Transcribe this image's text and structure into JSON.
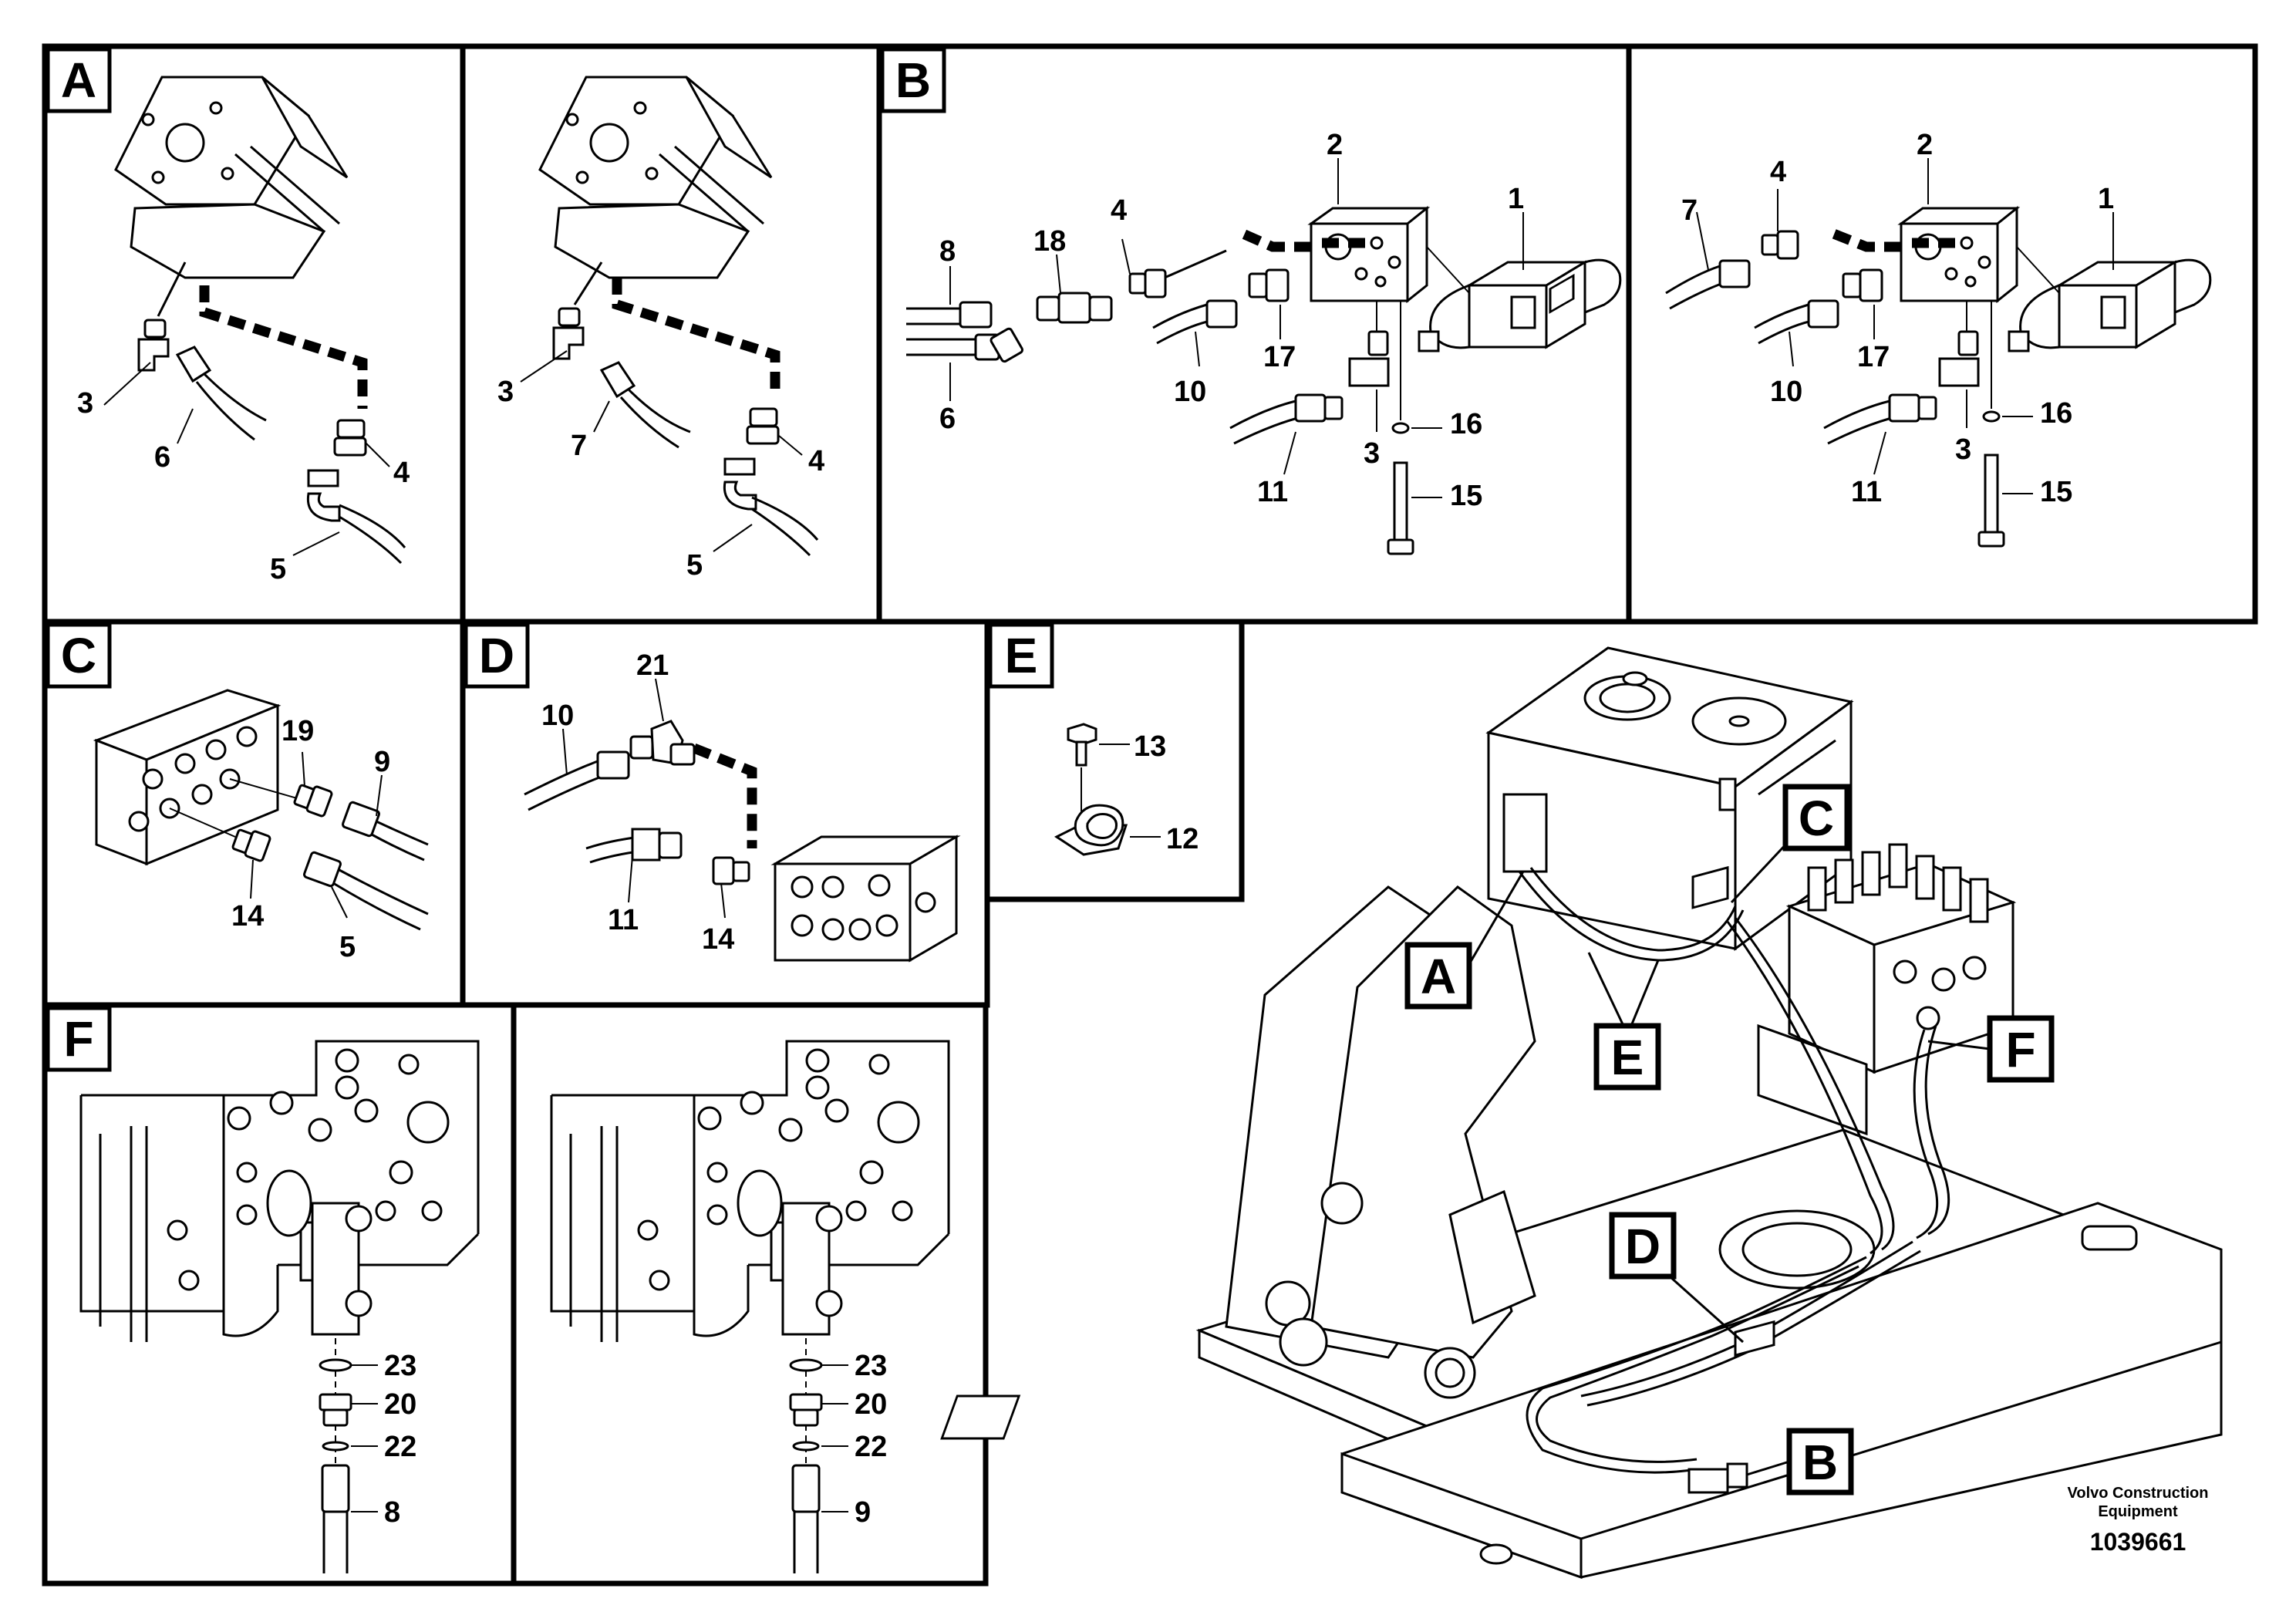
{
  "panels": {
    "A": "A",
    "B": "B",
    "C": "C",
    "D": "D",
    "E": "E",
    "F": "F"
  },
  "callouts": {
    "a1": [
      "3",
      "6",
      "4",
      "5"
    ],
    "a2": [
      "3",
      "7",
      "4",
      "5"
    ],
    "b1": [
      "2",
      "1",
      "4",
      "18",
      "8",
      "6",
      "17",
      "10",
      "3",
      "16",
      "11",
      "15"
    ],
    "b2": [
      "2",
      "1",
      "4",
      "7",
      "17",
      "10",
      "3",
      "16",
      "11",
      "15"
    ],
    "c": [
      "19",
      "9",
      "14",
      "5"
    ],
    "d": [
      "21",
      "10",
      "11",
      "14"
    ],
    "e": [
      "13",
      "12"
    ],
    "f1": [
      "23",
      "20",
      "22",
      "8"
    ],
    "f2": [
      "23",
      "20",
      "22",
      "9"
    ]
  },
  "overview_labels": [
    "A",
    "C",
    "E",
    "F",
    "D",
    "B"
  ],
  "footer": {
    "company_line1": "Volvo Construction",
    "company_line2": "Equipment",
    "drawing_number": "1039661"
  }
}
